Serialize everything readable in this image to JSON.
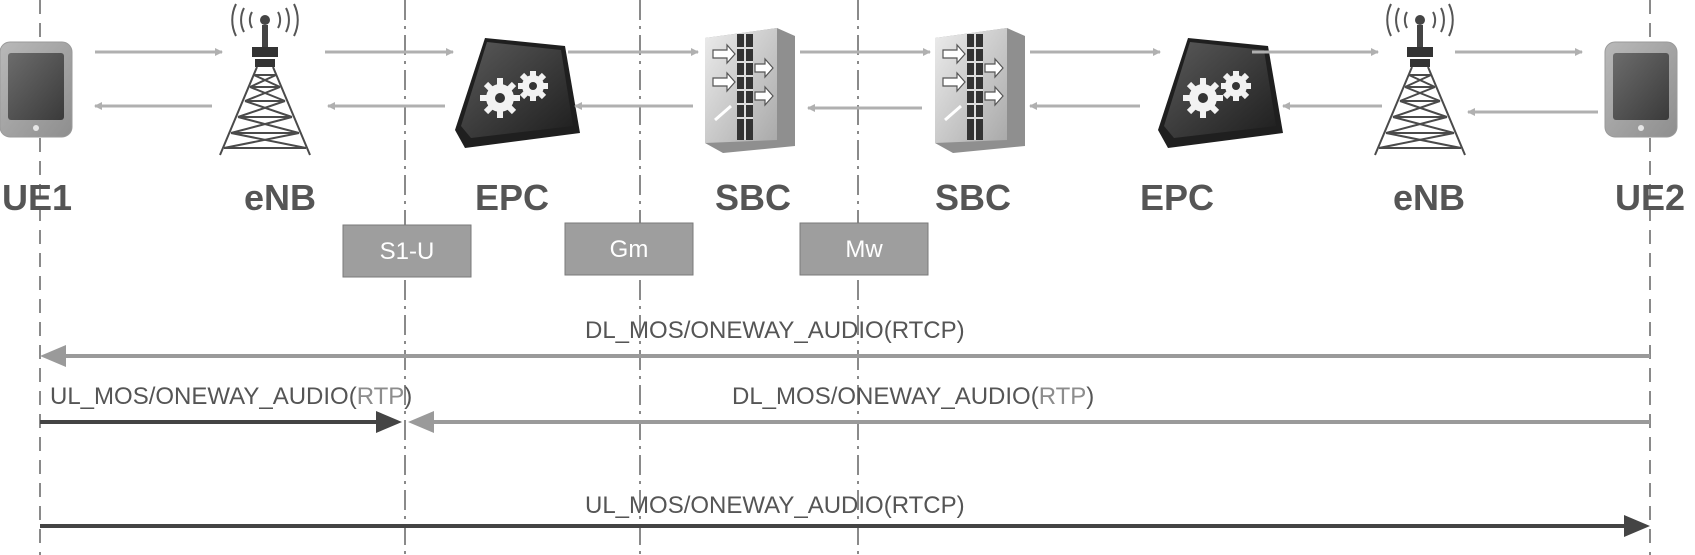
{
  "nodes": [
    {
      "label": "UE1",
      "kind": "phone"
    },
    {
      "label": "eNB",
      "kind": "tower"
    },
    {
      "label": "EPC",
      "kind": "core"
    },
    {
      "label": "SBC",
      "kind": "firewall"
    },
    {
      "label": "SBC",
      "kind": "firewall"
    },
    {
      "label": "EPC",
      "kind": "core"
    },
    {
      "label": "eNB",
      "kind": "tower"
    },
    {
      "label": "UE2",
      "kind": "phone"
    }
  ],
  "interfaces": [
    "S1-U",
    "Gm",
    "Mw"
  ],
  "flows": [
    {
      "prefix": "DL_MOS/ONEWAY_AUDIO(",
      "proto": "RTCP",
      "suffix": ")"
    },
    {
      "prefix": "UL_MOS/ONEWAY_AUDIO(",
      "proto": "RTP",
      "suffix": ")"
    },
    {
      "prefix": "DL_MOS/ONEWAY_AUDIO(",
      "proto": "RTP",
      "suffix": ")"
    },
    {
      "prefix": "UL_MOS/ONEWAY_AUDIO(",
      "proto": "RTCP",
      "suffix": ")"
    }
  ],
  "colors": {
    "dark_arrow": "#444444",
    "light_arrow": "#9a9a9a",
    "link_arrow": "#b0b0b0",
    "interface_box": "#9e9e9e",
    "dashed_line": "#8a8a8a",
    "label_text": "#555555"
  }
}
